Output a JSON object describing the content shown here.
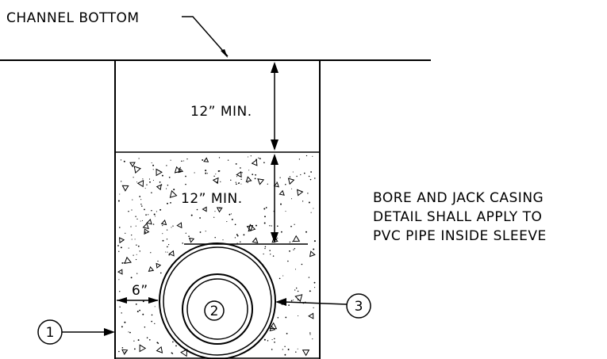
{
  "labels": {
    "channel_bottom": "CHANNEL BOTTOM",
    "cover_top": "12” MIN.",
    "cover_bottom": "12” MIN.",
    "side_clearance": "6”",
    "note_line_1": "BORE AND JACK CASING",
    "note_line_2": "DETAIL SHALL APPLY TO",
    "note_line_3": "PVC PIPE INSIDE SLEEVE"
  },
  "callouts": {
    "c1": "1",
    "c2": "2",
    "c3": "3"
  }
}
